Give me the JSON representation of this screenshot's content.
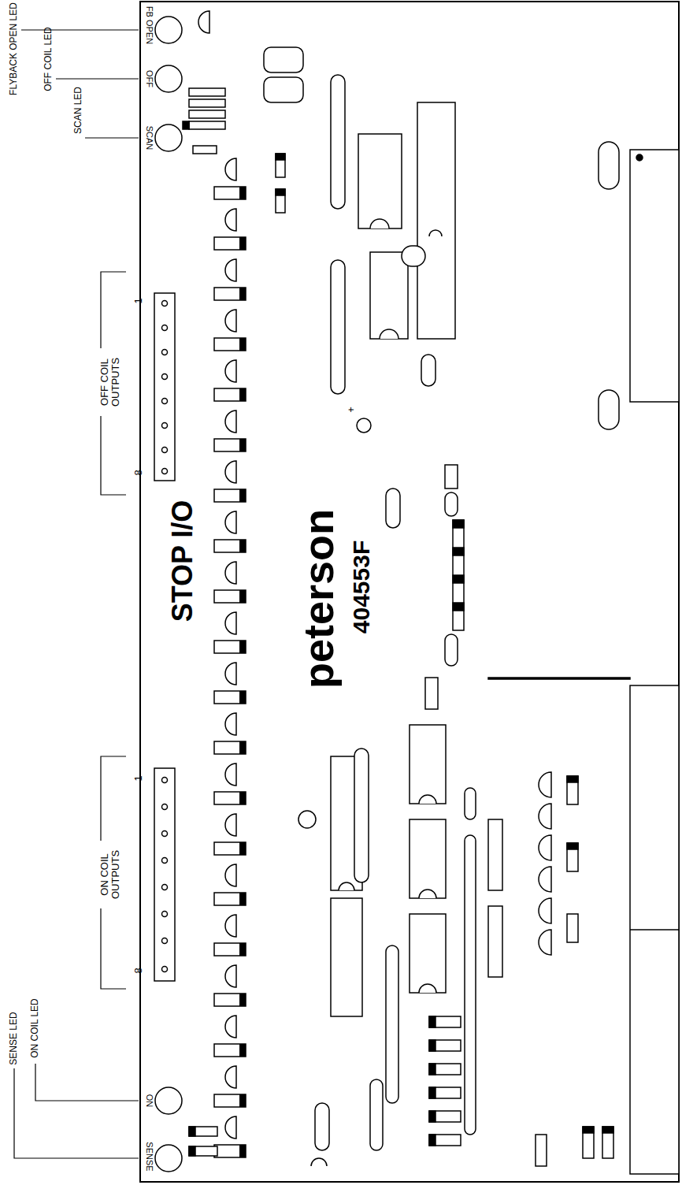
{
  "diagram": {
    "labels": [
      "FLYBACK OPEN LED",
      "OFF COIL LED",
      "SCAN LED",
      "FB OPEN",
      "OFF",
      "SCAN",
      "OFF COIL OUTPUTS",
      "1",
      "8",
      "STOP I/O",
      "peterson",
      "404553F",
      "+",
      "ON COIL OUTPUTS",
      "1",
      "8",
      "SENSE LED",
      "ON COIL LED",
      "ON",
      "SENSE"
    ]
  }
}
